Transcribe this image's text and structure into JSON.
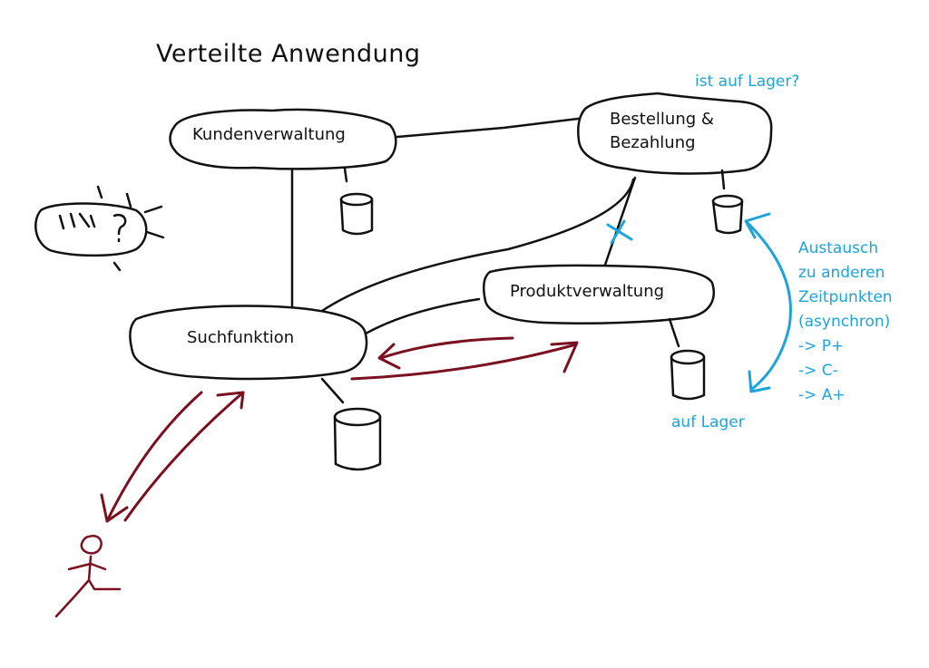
{
  "title": "Verteilte Anwendung",
  "services": {
    "kunden": "Kundenverwaltung",
    "bestellung_line1": "Bestellung &",
    "bestellung_line2": "Bezahlung",
    "produkt": "Produktverwaltung",
    "such": "Suchfunktion"
  },
  "annotations": {
    "ist_auf_lager": "ist auf Lager?",
    "auf_lager": "auf Lager",
    "austausch": [
      "Austausch",
      "zu anderen",
      "Zeitpunkten",
      "(asynchron)",
      "-> P+",
      "-> C-",
      "-> A+"
    ]
  },
  "colors": {
    "ink": "#111111",
    "annotation_blue": "#1ea3db",
    "arrow_red": "#7a1020"
  }
}
